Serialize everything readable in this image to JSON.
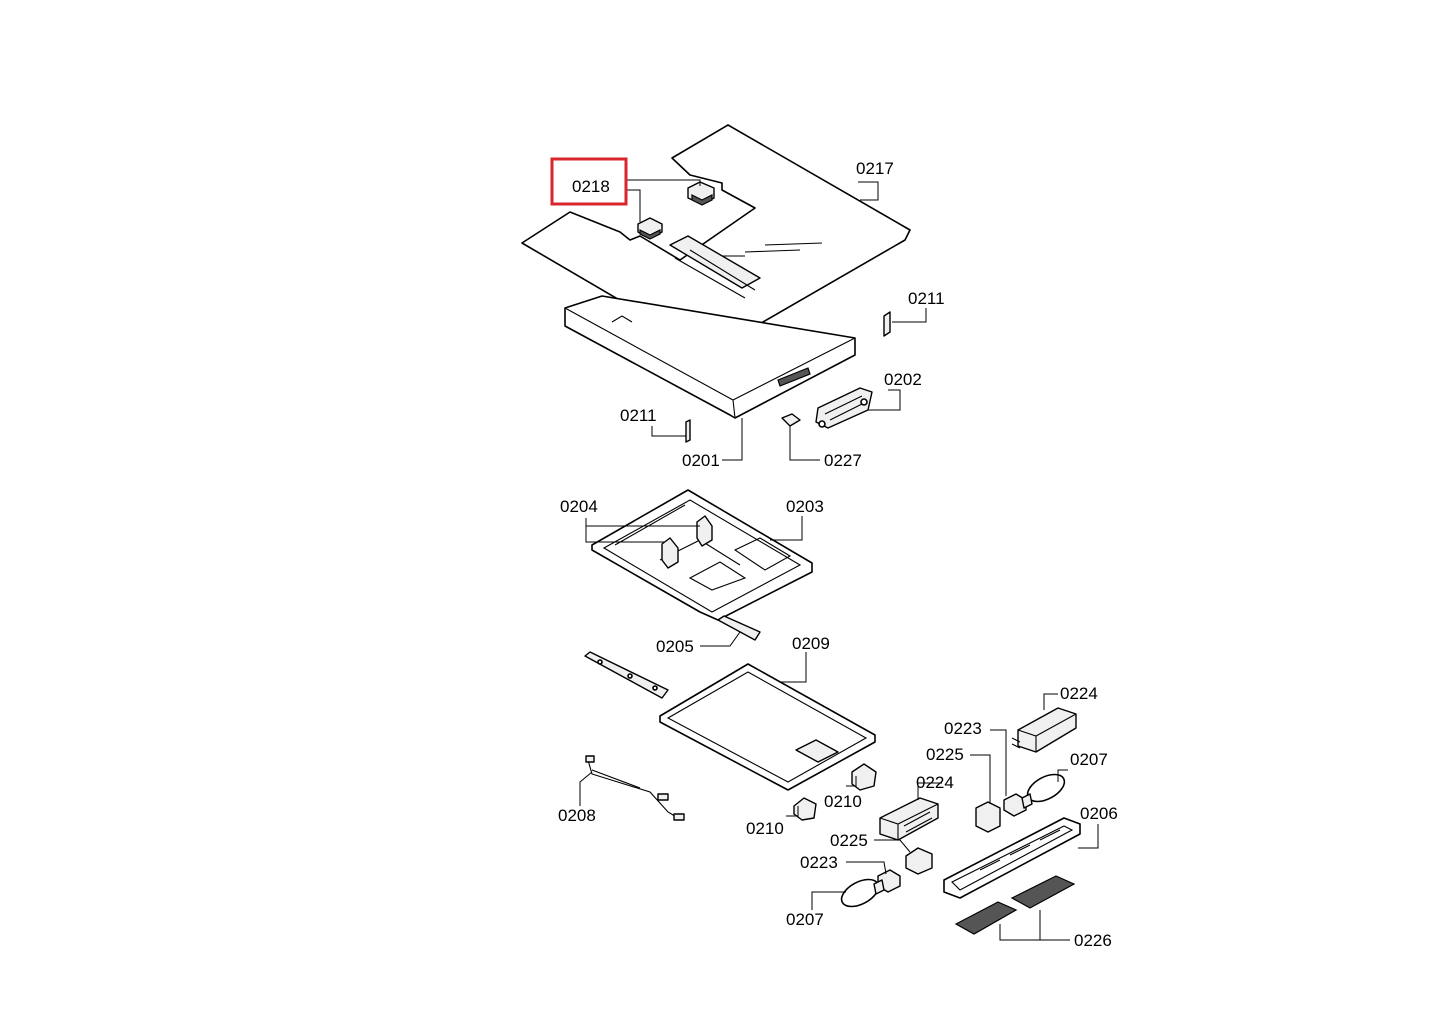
{
  "diagram": {
    "highlighted_part": "0218",
    "highlight_color": "#d9262c",
    "labels": {
      "p0217": "0217",
      "p0218": "0218",
      "p0211a": "0211",
      "p0211b": "0211",
      "p0202": "0202",
      "p0201": "0201",
      "p0227": "0227",
      "p0204": "0204",
      "p0203": "0203",
      "p0205": "0205",
      "p0209": "0209",
      "p0224a": "0224",
      "p0224b": "0224",
      "p0223a": "0223",
      "p0223b": "0223",
      "p0225a": "0225",
      "p0225b": "0225",
      "p0207a": "0207",
      "p0207b": "0207",
      "p0206": "0206",
      "p0210a": "0210",
      "p0210b": "0210",
      "p0208": "0208",
      "p0226": "0226"
    }
  }
}
